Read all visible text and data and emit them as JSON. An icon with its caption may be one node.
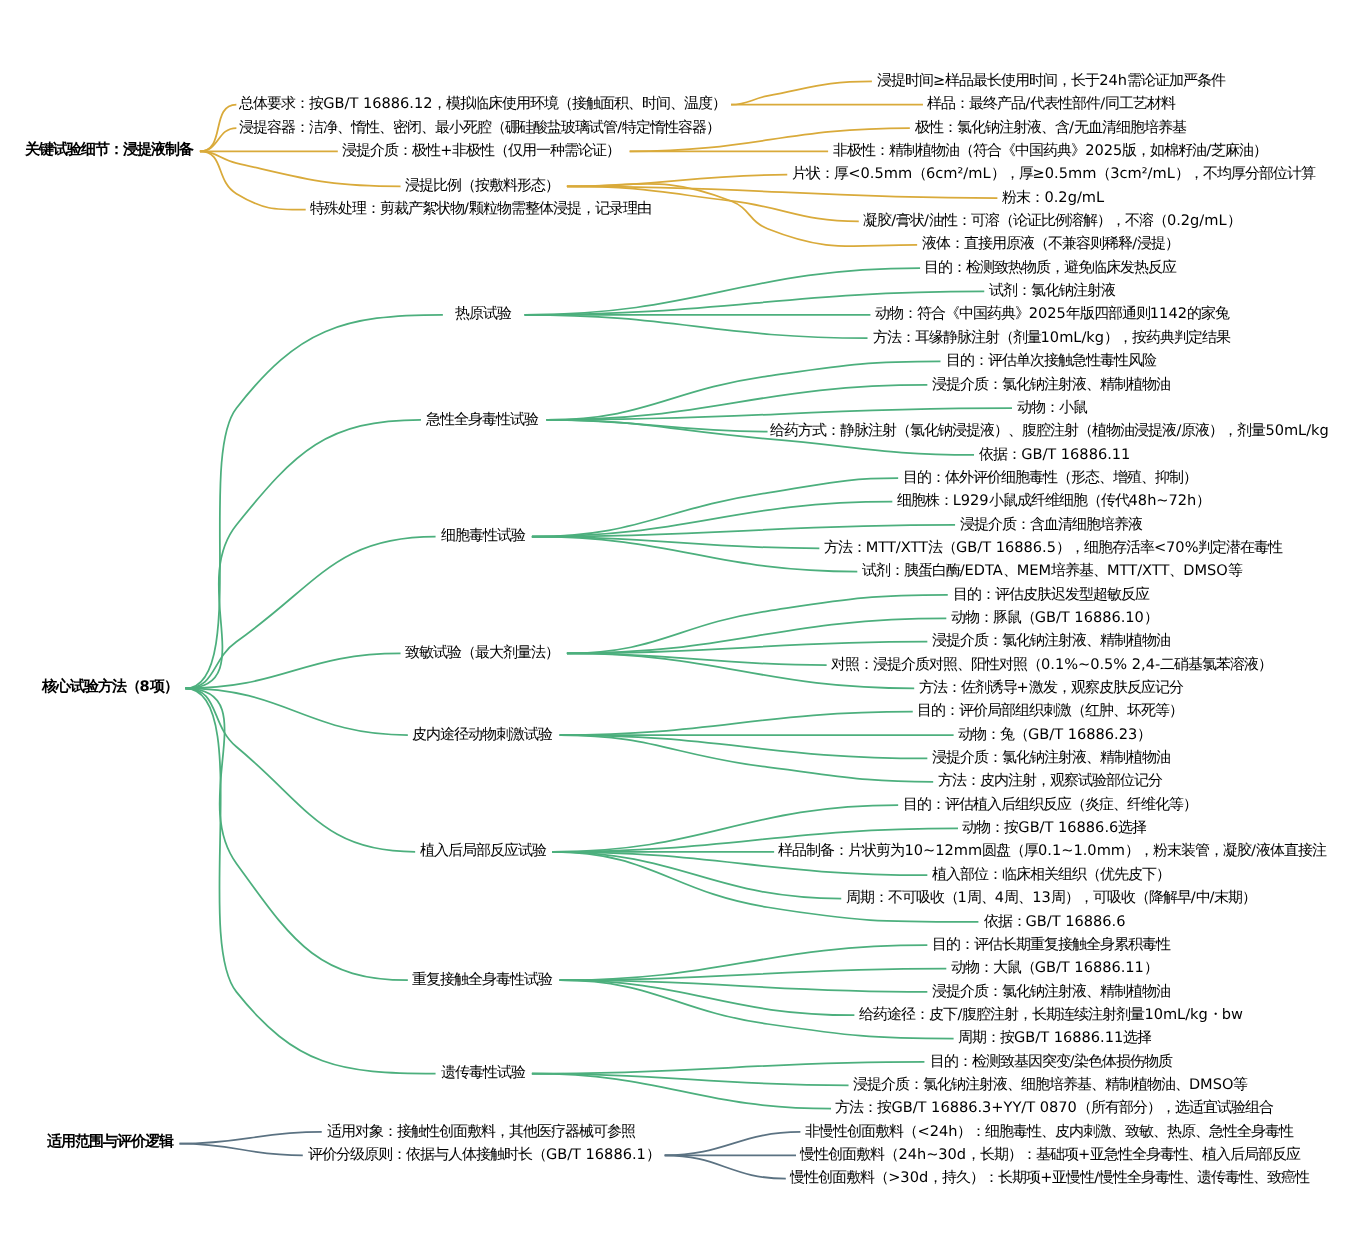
{
  "diagram": {
    "nodes": [
      {
        "text": [
          "适用范围与评价逻辑"
        ]
      },
      {
        "text": [
          "适用对象：接触性创面敷料，其他医疗器械可参照"
        ]
      },
      {
        "text": [
          "评价分级原则：依据与人体接触时长（GB/T 16886.1）"
        ]
      },
      {
        "text": [
          "非慢性创面敷料（<24h）：细胞毒性、皮内刺激、致敏、热原、急性全身毒性"
        ]
      },
      {
        "text": [
          "慢性创面敷料（24h~30d，长期）：基础项+亚急性全身毒性、植入后局部反应"
        ]
      },
      {
        "text": [
          "慢性创面敷料（>30d，持久）：长期项+亚慢性/慢性全身毒性、遗传毒性、致癌性"
        ]
      },
      {
        "text": [
          "核心试验方法（8项）"
        ]
      },
      {
        "text": [
          "热原试验"
        ]
      },
      {
        "text": [
          "目的：检测致热物质，避免临床发热反应"
        ]
      },
      {
        "text": [
          "试剂：氯化钠注射液"
        ]
      },
      {
        "text": [
          "动物：符合《中国药典》2025年版四部通则1142的家兔"
        ]
      },
      {
        "text": [
          "方法：耳缘静脉注射（剂量10mL/kg），按药典判定结果"
        ]
      },
      {
        "text": [
          "急性全身毒性试验"
        ]
      },
      {
        "text": [
          "目的：评估单次接触急性毒性风险"
        ]
      },
      {
        "text": [
          "浸提介质：氯化钠注射液、精制植物油"
        ]
      },
      {
        "text": [
          "动物：小鼠"
        ]
      },
      {
        "text": [
          "给药方式：静脉注射（氯化钠浸提液）、腹腔注射（植物油浸提液/原液），剂量50mL/kg"
        ]
      },
      {
        "text": [
          "依据：GB/T 16886.11"
        ]
      },
      {
        "text": [
          "细胞毒性试验"
        ]
      },
      {
        "text": [
          "目的：体外评价细胞毒性（形态、增殖、抑制）"
        ]
      },
      {
        "text": [
          "细胞株：L929小鼠成纤维细胞（传代48h~72h）"
        ]
      },
      {
        "text": [
          "浸提介质：含血清细胞培养液"
        ]
      },
      {
        "text": [
          "方法：MTT/XTT法（GB/T 16886.5），细胞存活率<70%判定潜在毒性"
        ]
      },
      {
        "text": [
          "试剂：胰蛋白酶/EDTA、MEM培养基、MTT/XTT、DMSO等"
        ]
      },
      {
        "text": [
          "致敏试验（最大剂量法）"
        ]
      },
      {
        "text": [
          "目的：评估皮肤迟发型超敏反应"
        ]
      },
      {
        "text": [
          "动物：豚鼠（GB/T 16886.10）"
        ]
      },
      {
        "text": [
          "浸提介质：氯化钠注射液、精制植物油"
        ]
      },
      {
        "text": [
          "对照：浸提介质对照、阳性对照（0.1%~0.5% 2,4-二硝基氯苯溶液）"
        ]
      },
      {
        "text": [
          "方法：佐剂诱导+激发，观察皮肤反应记分"
        ]
      },
      {
        "text": [
          "皮内途径动物刺激试验"
        ]
      },
      {
        "text": [
          "目的：评价局部组织刺激（红肿、坏死等）"
        ]
      },
      {
        "text": [
          "动物：兔（GB/T 16886.23）"
        ]
      },
      {
        "text": [
          "浸提介质：氯化钠注射液、精制植物油"
        ]
      },
      {
        "text": [
          "方法：皮内注射，观察试验部位记分"
        ]
      },
      {
        "text": [
          "植入后局部反应试验"
        ]
      },
      {
        "text": [
          "目的：评估植入后组织反应（炎症、纤维化等）"
        ]
      },
      {
        "text": [
          "动物：按GB/T 16886.6选择"
        ]
      },
      {
        "text": [
          "样品制备：片状剪为10~12mm圆盘（厚0.1~1.0mm），粉末装管，凝胶/液体直接注"
        ]
      },
      {
        "text": [
          "植入部位：临床相关组织（优先皮下）"
        ]
      },
      {
        "text": [
          "周期：不可吸收（1周、4周、13周），可吸收（降解早/中/末期）"
        ]
      },
      {
        "text": [
          "依据：GB/T 16886.6"
        ]
      },
      {
        "text": [
          "重复接触全身毒性试验"
        ]
      },
      {
        "text": [
          "目的：评估长期重复接触全身累积毒性"
        ]
      },
      {
        "text": [
          "动物：大鼠（GB/T 16886.11）"
        ]
      },
      {
        "text": [
          "浸提介质：氯化钠注射液、精制植物油"
        ]
      },
      {
        "text": [
          "给药途径：皮下/腹腔注射，长期连续注射剂量10mL/kg・bw"
        ]
      },
      {
        "text": [
          "周期：按GB/T 16886.11选择"
        ]
      },
      {
        "text": [
          "遗传毒性试验"
        ]
      },
      {
        "text": [
          "目的：检测致基因突变/染色体损伤物质"
        ]
      },
      {
        "text": [
          "浸提介质：氯化钠注射液、细胞培养基、精制植物油、DMSO等"
        ]
      },
      {
        "text": [
          "方法：按GB/T 16886.3+YY/T 0870（所有部分），选适宜试验组合"
        ]
      },
      {
        "text": [
          "关键试验细节：浸提液制备"
        ]
      },
      {
        "text": [
          "总体要求：按GB/T 16886.12，模拟临床使用环境（接触面积、时间、温度）"
        ]
      },
      {
        "text": [
          "浸提时间≥样品最长使用时间，长于24h需论证加严条件"
        ]
      },
      {
        "text": [
          "样品：最终产品/代表性部件/同工艺材料"
        ]
      },
      {
        "text": [
          "浸提容器：洁净、惰性、密闭、最小死腔（硼硅酸盐玻璃试管/特定惰性容器）"
        ]
      },
      {
        "text": [
          "浸提介质：极性+非极性（仅用一种需论证）"
        ]
      },
      {
        "text": [
          "极性：氯化钠注射液、含/无血清细胞培养基"
        ]
      },
      {
        "text": [
          "非极性：精制植物油（符合《中国药典》2025版，如棉籽油/芝麻油）"
        ]
      },
      {
        "text": [
          "浸提比例（按敷料形态）"
        ]
      },
      {
        "text": [
          "片状：厚<0.5mm（6cm²/mL），厚≥0.5mm（3cm²/mL），不均厚分部位计算"
        ]
      },
      {
        "text": [
          "粉末：0.2g/mL"
        ]
      },
      {
        "text": [
          "凝胶/膏状/油性：可溶（论证比例溶解），不溶（0.2g/mL）"
        ]
      },
      {
        "text": [
          "液体：直接用原液（不兼容则稀释/浸提）"
        ]
      },
      {
        "text": [
          "特殊处理：剪裁产絮状物/颗粒物需整体浸提，记录理由"
        ]
      }
    ],
    "edges": [
      {
        "from": 0,
        "to": 1,
        "arrow": "none",
        "color": "#5b7282"
      },
      {
        "from": 0,
        "to": 2,
        "arrow": "none",
        "color": "#5b7282"
      },
      {
        "from": 2,
        "to": 3,
        "arrow": "none",
        "color": "#5b7282"
      },
      {
        "from": 2,
        "to": 4,
        "arrow": "none",
        "color": "#5b7282"
      },
      {
        "from": 2,
        "to": 5,
        "arrow": "none",
        "color": "#5b7282"
      },
      {
        "from": 6,
        "to": 7,
        "arrow": "none"
      },
      {
        "from": 7,
        "to": 8,
        "arrow": "none"
      },
      {
        "from": 7,
        "to": 9,
        "arrow": "none"
      },
      {
        "from": 7,
        "to": 10,
        "arrow": "none"
      },
      {
        "from": 7,
        "to": 11,
        "arrow": "none"
      },
      {
        "from": 6,
        "to": 12,
        "arrow": "none"
      },
      {
        "from": 12,
        "to": 13,
        "arrow": "none"
      },
      {
        "from": 12,
        "to": 14,
        "arrow": "none"
      },
      {
        "from": 12,
        "to": 15,
        "arrow": "none"
      },
      {
        "from": 12,
        "to": 16,
        "arrow": "none"
      },
      {
        "from": 12,
        "to": 17,
        "arrow": "none"
      },
      {
        "from": 6,
        "to": 18,
        "arrow": "none"
      },
      {
        "from": 18,
        "to": 19,
        "arrow": "none"
      },
      {
        "from": 18,
        "to": 20,
        "arrow": "none"
      },
      {
        "from": 18,
        "to": 21,
        "arrow": "none"
      },
      {
        "from": 18,
        "to": 22,
        "arrow": "none"
      },
      {
        "from": 18,
        "to": 23,
        "arrow": "none"
      },
      {
        "from": 6,
        "to": 24,
        "arrow": "none"
      },
      {
        "from": 24,
        "to": 25,
        "arrow": "none"
      },
      {
        "from": 24,
        "to": 26,
        "arrow": "none"
      },
      {
        "from": 24,
        "to": 27,
        "arrow": "none"
      },
      {
        "from": 24,
        "to": 28,
        "arrow": "none"
      },
      {
        "from": 24,
        "to": 29,
        "arrow": "none"
      },
      {
        "from": 6,
        "to": 30,
        "arrow": "none"
      },
      {
        "from": 30,
        "to": 31,
        "arrow": "none"
      },
      {
        "from": 30,
        "to": 32,
        "arrow": "none"
      },
      {
        "from": 30,
        "to": 33,
        "arrow": "none"
      },
      {
        "from": 30,
        "to": 34,
        "arrow": "none"
      },
      {
        "from": 6,
        "to": 35,
        "arrow": "none"
      },
      {
        "from": 35,
        "to": 36,
        "arrow": "none"
      },
      {
        "from": 35,
        "to": 37,
        "arrow": "none"
      },
      {
        "from": 35,
        "to": 38,
        "arrow": "none"
      },
      {
        "from": 35,
        "to": 39,
        "arrow": "none"
      },
      {
        "from": 35,
        "to": 40,
        "arrow": "none"
      },
      {
        "from": 35,
        "to": 41,
        "arrow": "none"
      },
      {
        "from": 6,
        "to": 42,
        "arrow": "none"
      },
      {
        "from": 42,
        "to": 43,
        "arrow": "none"
      },
      {
        "from": 42,
        "to": 44,
        "arrow": "none"
      },
      {
        "from": 42,
        "to": 45,
        "arrow": "none"
      },
      {
        "from": 42,
        "to": 46,
        "arrow": "none"
      },
      {
        "from": 42,
        "to": 47,
        "arrow": "none"
      },
      {
        "from": 6,
        "to": 48,
        "arrow": "none"
      },
      {
        "from": 48,
        "to": 49,
        "arrow": "none"
      },
      {
        "from": 48,
        "to": 50,
        "arrow": "none"
      },
      {
        "from": 48,
        "to": 51,
        "arrow": "none"
      },
      {
        "from": 52,
        "to": 53,
        "arrow": "none",
        "color": "#d9aa3a"
      },
      {
        "from": 53,
        "to": 54,
        "arrow": "none",
        "color": "#d9aa3a"
      },
      {
        "from": 53,
        "to": 55,
        "arrow": "none",
        "color": "#d9aa3a"
      },
      {
        "from": 52,
        "to": 56,
        "arrow": "none",
        "color": "#d9aa3a"
      },
      {
        "from": 52,
        "to": 57,
        "arrow": "none",
        "color": "#d9aa3a"
      },
      {
        "from": 57,
        "to": 58,
        "arrow": "none",
        "color": "#d9aa3a"
      },
      {
        "from": 57,
        "to": 59,
        "arrow": "none",
        "color": "#d9aa3a"
      },
      {
        "from": 52,
        "to": 60,
        "arrow": "none",
        "color": "#d9aa3a"
      },
      {
        "from": 60,
        "to": 61,
        "arrow": "none",
        "color": "#d9aa3a"
      },
      {
        "from": 60,
        "to": 62,
        "arrow": "none",
        "color": "#d9aa3a"
      },
      {
        "from": 60,
        "to": 63,
        "arrow": "none",
        "color": "#d9aa3a"
      },
      {
        "from": 60,
        "to": 64,
        "arrow": "none",
        "color": "#d9aa3a"
      },
      {
        "from": 52,
        "to": 65,
        "arrow": "none",
        "color": "#d9aa3a"
      }
    ]
  }
}
